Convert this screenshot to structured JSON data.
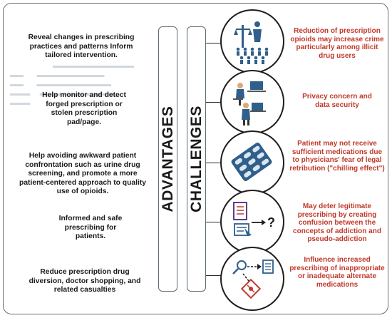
{
  "pillars": {
    "left_label": "ADVANTAGES",
    "right_label": "CHALLENGES"
  },
  "advantages": [
    "Reveal changes in prescribing practices and patterns Inform tailored intervention.",
    "Help monitor and detect forged prescription or stolen prescription pad/page.",
    "Help avoiding awkward patient confrontation such as urine drug screening, and promote a more patient-centered approach to quality use of opioids.",
    "Informed and safe prescribing for patients.",
    "Reduce prescription drug diversion, doctor shopping, and related casualties"
  ],
  "challenges": [
    "Reduction of prescription opioids may increase crime particularly among illicit drug users",
    "Privacy concern and data security",
    "Patient may not receive sufficient medications due to physicians' fear of legal retribution (\"chilling effect\")",
    "May deter legitimate prescribing by creating confusion between the concepts  of addiction and pseudo-addiction",
    "Influence increased prescribing of inappropriate or inadequate alternate medications"
  ],
  "icon_symbols": {
    "question_mark": "?"
  },
  "icons": [
    "justice-crowd-icon",
    "people-at-computers-icon",
    "pill-blister-pack-icon",
    "prescription-confusion-icon",
    "alternate-medication-icon"
  ],
  "colors": {
    "challenge_text": "#c0392b",
    "advantage_text": "#1a1a1a",
    "icon_blue": "#2f5f8a",
    "border": "#6e6e6e"
  }
}
